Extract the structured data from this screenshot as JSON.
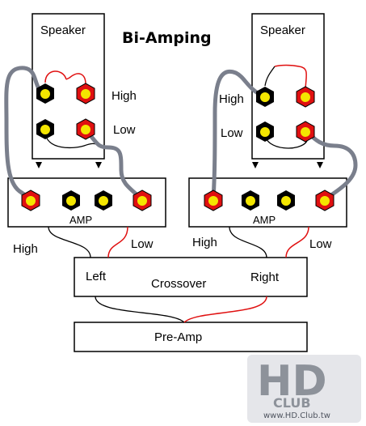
{
  "title": "Bi-Amping",
  "left": {
    "speaker": "Speaker",
    "high": "High",
    "low": "Low",
    "amp": "AMP",
    "amp_high": "High",
    "amp_low": "Low"
  },
  "right": {
    "speaker": "Speaker",
    "high": "High",
    "low": "Low",
    "amp": "AMP",
    "amp_high": "High",
    "amp_low": "Low"
  },
  "crossover": {
    "label": "Crossover",
    "left": "Left",
    "right": "Right"
  },
  "preamp": {
    "label": "Pre-Amp"
  },
  "watermark": {
    "logo_line1": "HD",
    "logo_line2": "CLUB",
    "url": "www.HD.Club.tw"
  },
  "colors": {
    "terminal_red": "#e01010",
    "terminal_black": "#000000",
    "terminal_center": "#f4e600",
    "cable_gray": "#7a7f8c",
    "wire_red": "#e01010",
    "wire_black": "#000000"
  }
}
